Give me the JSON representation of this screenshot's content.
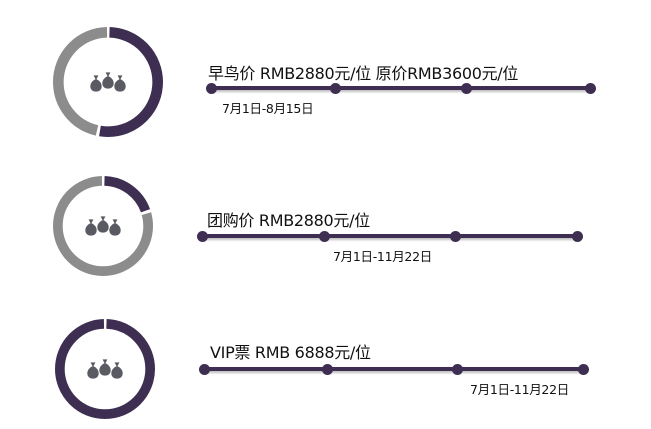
{
  "colors": {
    "accent": "#3e2f52",
    "track": "#8c8c8c",
    "icon": "#5a5a62"
  },
  "tiers": [
    {
      "title": "早鸟价 RMB2880元/位 原价RMB3600元/位",
      "date": "7月1日-8月15日",
      "ring_fill": 0.53,
      "icon": "money-bags-icon"
    },
    {
      "title": "团购价 RMB2880元/位",
      "date": "7月1日-11月22日",
      "ring_fill": 0.2,
      "icon": "money-bags-icon"
    },
    {
      "title": "VIP票 RMB 6888元/位",
      "date": "7月1日-11月22日",
      "ring_fill": 1.0,
      "icon": "money-bags-icon"
    }
  ]
}
